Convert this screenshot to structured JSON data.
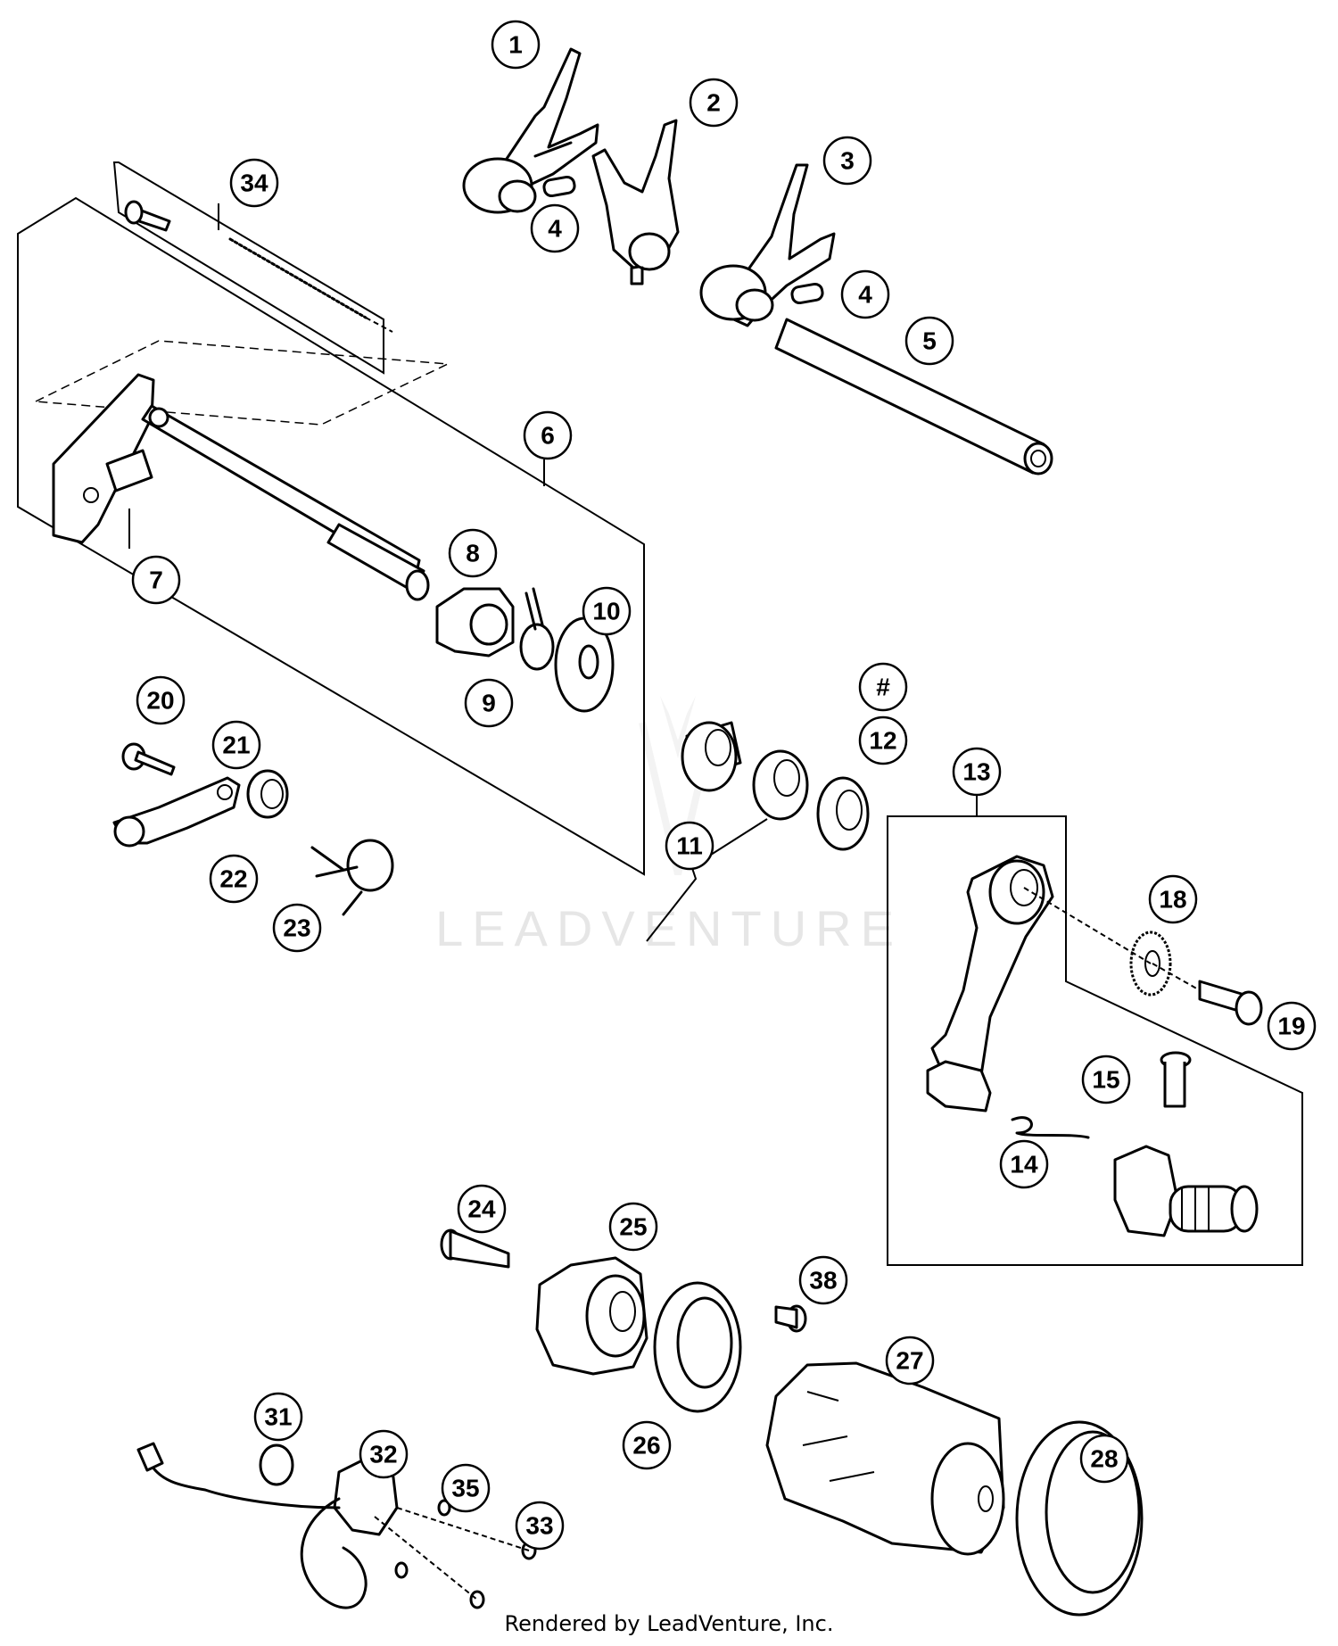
{
  "watermark": {
    "text": "LEADVENTURE"
  },
  "footer": {
    "text": "Rendered by LeadVenture, Inc."
  },
  "callouts": [
    {
      "id": "c1",
      "text": "1"
    },
    {
      "id": "c2",
      "text": "2"
    },
    {
      "id": "c3",
      "text": "3"
    },
    {
      "id": "c4a",
      "text": "4"
    },
    {
      "id": "c4b",
      "text": "4"
    },
    {
      "id": "c5",
      "text": "5"
    },
    {
      "id": "c6",
      "text": "6"
    },
    {
      "id": "c7",
      "text": "7"
    },
    {
      "id": "c8",
      "text": "8"
    },
    {
      "id": "c9",
      "text": "9"
    },
    {
      "id": "c10",
      "text": "10"
    },
    {
      "id": "c11",
      "text": "11"
    },
    {
      "id": "chash",
      "text": "#"
    },
    {
      "id": "c12",
      "text": "12"
    },
    {
      "id": "c13",
      "text": "13"
    },
    {
      "id": "c14",
      "text": "14"
    },
    {
      "id": "c15",
      "text": "15"
    },
    {
      "id": "c18",
      "text": "18"
    },
    {
      "id": "c19",
      "text": "19"
    },
    {
      "id": "c20",
      "text": "20"
    },
    {
      "id": "c21",
      "text": "21"
    },
    {
      "id": "c22",
      "text": "22"
    },
    {
      "id": "c23",
      "text": "23"
    },
    {
      "id": "c24",
      "text": "24"
    },
    {
      "id": "c25",
      "text": "25"
    },
    {
      "id": "c26",
      "text": "26"
    },
    {
      "id": "c27",
      "text": "27"
    },
    {
      "id": "c28",
      "text": "28"
    },
    {
      "id": "c31",
      "text": "31"
    },
    {
      "id": "c32",
      "text": "32"
    },
    {
      "id": "c33",
      "text": "33"
    },
    {
      "id": "c34",
      "text": "34"
    },
    {
      "id": "c35",
      "text": "35"
    },
    {
      "id": "c38",
      "text": "38"
    }
  ]
}
